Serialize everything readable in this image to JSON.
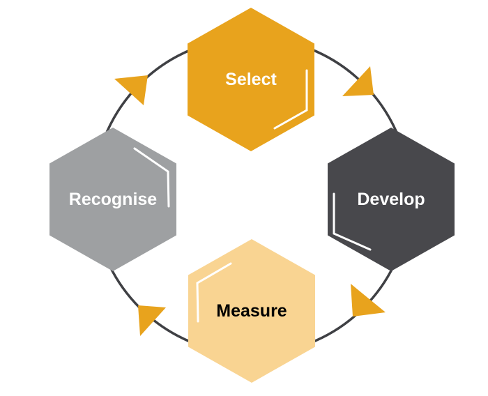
{
  "diagram": {
    "type": "cycle",
    "direction": "clockwise",
    "background": "#FFFFFF",
    "circle": {
      "stroke": "#3F4044"
    },
    "arrow_color": "#E8A31D",
    "accent_line_color": "#FFFFFF",
    "nodes": [
      {
        "label": "Select",
        "position": "top",
        "shape": "hexagon",
        "fill": "#E8A31D",
        "label_color": "#FFFFFF"
      },
      {
        "label": "Develop",
        "position": "right",
        "shape": "hexagon",
        "fill": "#48484C",
        "label_color": "#FFFFFF"
      },
      {
        "label": "Measure",
        "position": "bottom",
        "shape": "hexagon",
        "fill": "#F9D492",
        "label_color": "#000000"
      },
      {
        "label": "Recognise",
        "position": "left",
        "shape": "hexagon",
        "fill": "#9EA0A2",
        "label_color": "#FFFFFF"
      }
    ],
    "arrows": [
      {
        "from": "Select",
        "to": "Develop",
        "position": "top-right"
      },
      {
        "from": "Develop",
        "to": "Measure",
        "position": "bottom-right"
      },
      {
        "from": "Measure",
        "to": "Recognise",
        "position": "bottom-left"
      },
      {
        "from": "Recognise",
        "to": "Select",
        "position": "top-left"
      }
    ],
    "sequence": [
      "Select",
      "Develop",
      "Measure",
      "Recognise"
    ]
  }
}
